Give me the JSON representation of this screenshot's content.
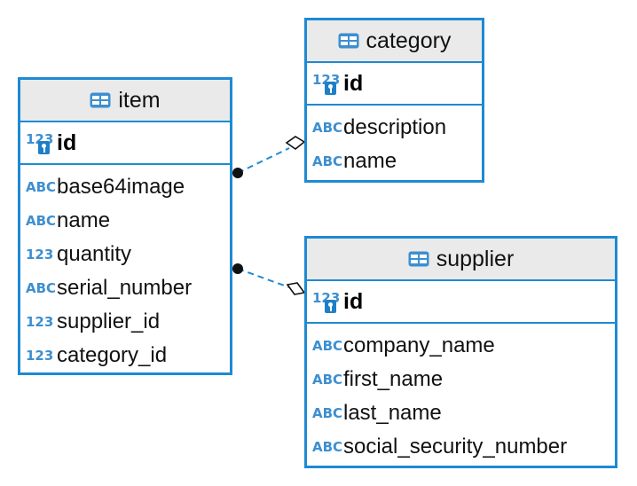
{
  "colors": {
    "border": "#1e8ad2",
    "header_bg": "#eaeaea",
    "type_tag": "#3d8fd0"
  },
  "entities": {
    "category": {
      "name": "category",
      "pk": "id",
      "pk_type": "123",
      "columns": [
        {
          "type": "ABC",
          "name": "description"
        },
        {
          "type": "ABC",
          "name": "name"
        }
      ]
    },
    "item": {
      "name": "item",
      "pk": "id",
      "pk_type": "123",
      "columns": [
        {
          "type": "ABC",
          "name": "base64image"
        },
        {
          "type": "ABC",
          "name": "name"
        },
        {
          "type": "123",
          "name": "quantity"
        },
        {
          "type": "ABC",
          "name": "serial_number"
        },
        {
          "type": "123",
          "name": "supplier_id"
        },
        {
          "type": "123",
          "name": "category_id"
        }
      ]
    },
    "supplier": {
      "name": "supplier",
      "pk": "id",
      "pk_type": "123",
      "columns": [
        {
          "type": "ABC",
          "name": "company_name"
        },
        {
          "type": "ABC",
          "name": "first_name"
        },
        {
          "type": "ABC",
          "name": "last_name"
        },
        {
          "type": "ABC",
          "name": "social_security_number"
        }
      ]
    }
  },
  "relationships": [
    {
      "from": "item",
      "to": "category",
      "from_end": "many",
      "to_end": "one"
    },
    {
      "from": "item",
      "to": "supplier",
      "from_end": "many",
      "to_end": "one"
    }
  ]
}
